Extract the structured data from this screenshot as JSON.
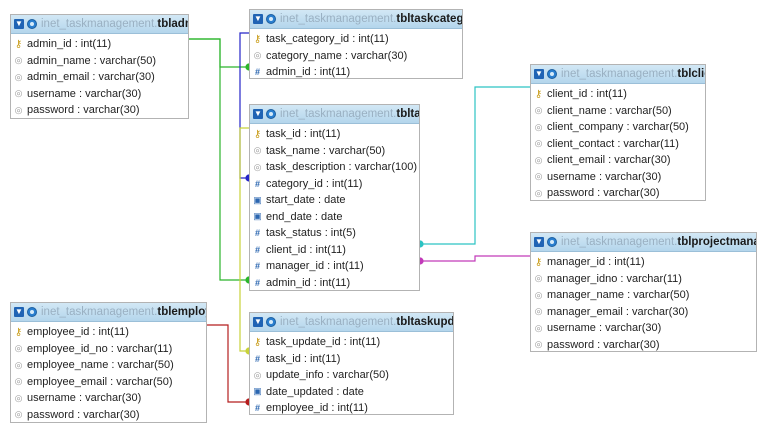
{
  "tables": [
    {
      "id": "tbladmin",
      "db": "inet_taskmanagement.",
      "name": "tbladmin",
      "columns": [
        {
          "icon": "key-icon",
          "text": "admin_id : int(11)"
        },
        {
          "icon": "string-column-icon",
          "text": "admin_name : varchar(50)"
        },
        {
          "icon": "string-column-icon",
          "text": "admin_email : varchar(30)"
        },
        {
          "icon": "string-column-icon",
          "text": "username : varchar(30)"
        },
        {
          "icon": "string-column-icon",
          "text": "password : varchar(30)"
        }
      ]
    },
    {
      "id": "tbltaskcategory",
      "db": "inet_taskmanagement.",
      "name": "tbltaskcategory",
      "columns": [
        {
          "icon": "key-icon",
          "text": "task_category_id : int(11)"
        },
        {
          "icon": "string-column-icon",
          "text": "category_name : varchar(30)"
        },
        {
          "icon": "numeric-column-icon",
          "text": "admin_id : int(11)"
        }
      ]
    },
    {
      "id": "tbltask",
      "db": "inet_taskmanagement.",
      "name": "tbltask",
      "columns": [
        {
          "icon": "key-icon",
          "text": "task_id : int(11)"
        },
        {
          "icon": "string-column-icon",
          "text": "task_name : varchar(50)"
        },
        {
          "icon": "string-column-icon",
          "text": "task_description : varchar(100)"
        },
        {
          "icon": "numeric-column-icon",
          "text": "category_id : int(11)"
        },
        {
          "icon": "date-column-icon",
          "text": "start_date : date"
        },
        {
          "icon": "date-column-icon",
          "text": "end_date : date"
        },
        {
          "icon": "numeric-column-icon",
          "text": "task_status : int(5)"
        },
        {
          "icon": "numeric-column-icon",
          "text": "client_id : int(11)"
        },
        {
          "icon": "numeric-column-icon",
          "text": "manager_id : int(11)"
        },
        {
          "icon": "numeric-column-icon",
          "text": "admin_id : int(11)"
        }
      ]
    },
    {
      "id": "tblclient",
      "db": "inet_taskmanagement.",
      "name": "tblclient",
      "columns": [
        {
          "icon": "key-icon",
          "text": "client_id : int(11)"
        },
        {
          "icon": "string-column-icon",
          "text": "client_name : varchar(50)"
        },
        {
          "icon": "string-column-icon",
          "text": "client_company : varchar(50)"
        },
        {
          "icon": "string-column-icon",
          "text": "client_contact : varchar(11)"
        },
        {
          "icon": "string-column-icon",
          "text": "client_email : varchar(30)"
        },
        {
          "icon": "string-column-icon",
          "text": "username : varchar(30)"
        },
        {
          "icon": "string-column-icon",
          "text": "password : varchar(30)"
        }
      ]
    },
    {
      "id": "tblprojectmanager",
      "db": "inet_taskmanagement.",
      "name": "tblprojectmanager",
      "columns": [
        {
          "icon": "key-icon",
          "text": "manager_id : int(11)"
        },
        {
          "icon": "string-column-icon",
          "text": "manager_idno : varchar(11)"
        },
        {
          "icon": "string-column-icon",
          "text": "manager_name : varchar(50)"
        },
        {
          "icon": "string-column-icon",
          "text": "manager_email : varchar(30)"
        },
        {
          "icon": "string-column-icon",
          "text": "username : varchar(30)"
        },
        {
          "icon": "string-column-icon",
          "text": "password : varchar(30)"
        }
      ]
    },
    {
      "id": "tblemployee",
      "db": "inet_taskmanagement.",
      "name": "tblemployee",
      "columns": [
        {
          "icon": "key-icon",
          "text": "employee_id : int(11)"
        },
        {
          "icon": "string-column-icon",
          "text": "employee_id_no : varchar(11)"
        },
        {
          "icon": "string-column-icon",
          "text": "employee_name : varchar(50)"
        },
        {
          "icon": "string-column-icon",
          "text": "employee_email : varchar(50)"
        },
        {
          "icon": "string-column-icon",
          "text": "username : varchar(30)"
        },
        {
          "icon": "string-column-icon",
          "text": "password : varchar(30)"
        }
      ]
    },
    {
      "id": "tbltaskupdate",
      "db": "inet_taskmanagement.",
      "name": "tbltaskupdate",
      "columns": [
        {
          "icon": "key-icon",
          "text": "task_update_id : int(11)"
        },
        {
          "icon": "numeric-column-icon",
          "text": "task_id : int(11)"
        },
        {
          "icon": "string-column-icon",
          "text": "update_info : varchar(50)"
        },
        {
          "icon": "date-column-icon",
          "text": "date_updated : date"
        },
        {
          "icon": "numeric-column-icon",
          "text": "employee_id : int(11)"
        }
      ]
    }
  ],
  "relations": [
    {
      "from": "tbladmin.admin_id",
      "to": "tbltaskcategory.admin_id",
      "color": "#2bb52b"
    },
    {
      "from": "tbladmin.admin_id",
      "to": "tbltask.admin_id",
      "color": "#2bb52b"
    },
    {
      "from": "tbltaskcategory.task_category_id",
      "to": "tbltask.category_id",
      "color": "#2424c8"
    },
    {
      "from": "tblclient.client_id",
      "to": "tbltask.client_id",
      "color": "#2cc3c3"
    },
    {
      "from": "tblprojectmanager.manager_id",
      "to": "tbltask.manager_id",
      "color": "#c23ab9"
    },
    {
      "from": "tbltask.task_id",
      "to": "tbltaskupdate.task_id",
      "color": "#c8d23a"
    },
    {
      "from": "tblemployee.employee_id",
      "to": "tbltaskupdate.employee_id",
      "color": "#b51e1e"
    }
  ]
}
